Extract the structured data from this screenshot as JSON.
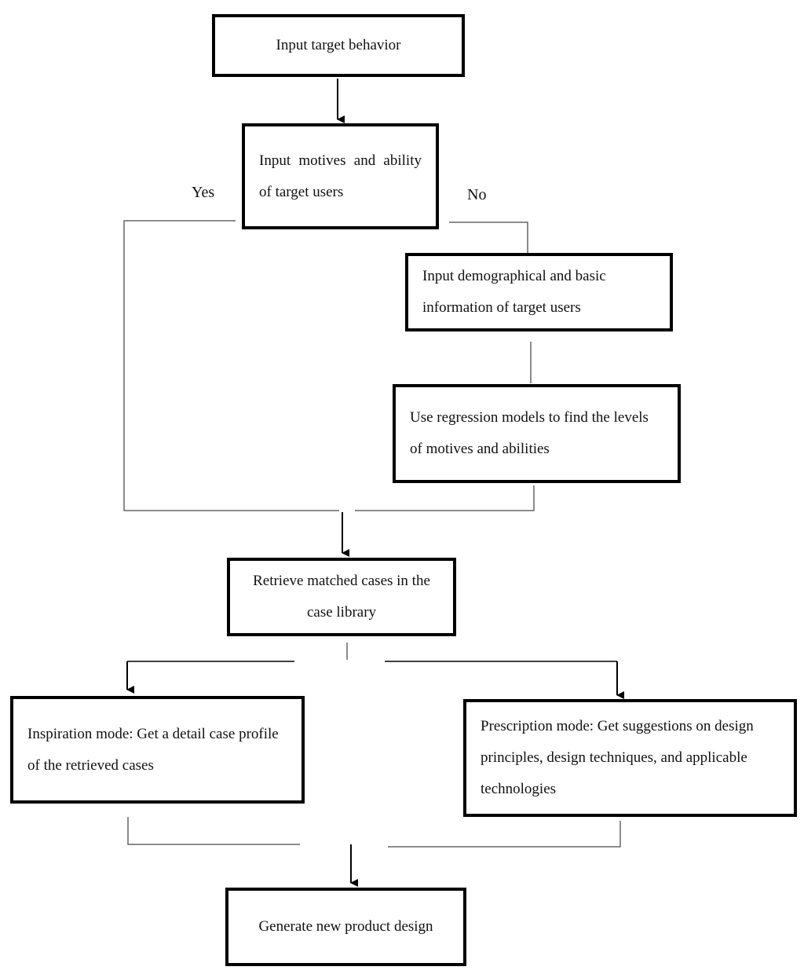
{
  "nodes": {
    "input_target_behavior": "Input target behavior",
    "input_motives_ability": "Input motives and ability of target users",
    "input_demographical": "Input demographical and basic information of target users",
    "regression_models": "Use regression models to find the levels of motives and abilities",
    "retrieve_cases": "Retrieve matched cases in the case library",
    "inspiration_mode": "Inspiration mode: Get a detail case profile of the retrieved cases",
    "prescription_mode": "Prescription mode: Get suggestions on design principles, design techniques, and applicable technologies",
    "generate_design": "Generate new product design"
  },
  "branches": {
    "yes": "Yes",
    "no": "No"
  },
  "colors": {
    "box_border": "#000000",
    "connector": "#666666",
    "arrow": "#000000"
  }
}
